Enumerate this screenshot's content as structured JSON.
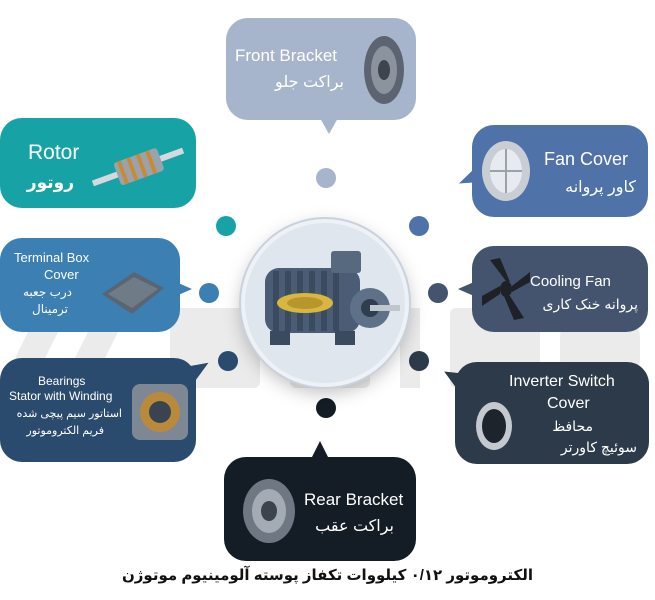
{
  "parts": {
    "front_bracket": {
      "en": "Front Bracket",
      "fa": "براکت جلو"
    },
    "rotor": {
      "en": "Rotor",
      "fa": "روتور"
    },
    "fan_cover": {
      "en": "Fan Cover",
      "fa": "کاور پروانه"
    },
    "terminal_box_cover": {
      "en_line1": "Terminal Box",
      "en_line2": "Cover",
      "fa_line1": "درب جعبه",
      "fa_line2": "ترمینال"
    },
    "cooling_fan": {
      "en": "Cooling Fan",
      "fa": "پروانه خنک کاری"
    },
    "bearings": {
      "en_line1": "Bearings",
      "en_line2": "Stator with Winding",
      "fa_line1": "استاتور سیم پیچی شده",
      "fa_line2": "فریم الکتروموتور"
    },
    "inverter_switch_cover": {
      "en_line1": "Inverter Switch",
      "en_line2": "Cover",
      "fa_line1": "محافظ",
      "fa_line2": "سوئیچ کاورتر"
    },
    "rear_bracket": {
      "en": "Rear Bracket",
      "fa": "براکت عقب"
    }
  },
  "caption": "الکتروموتور ۰/۱۲ کیلووات تکفاز پوسته آلومینیوم موتوژن",
  "colors": {
    "front_bracket": "#a6b4cc",
    "rotor": "#17a3a6",
    "fan_cover": "#4f73a8",
    "terminal_box_cover": "#3b7fb3",
    "cooling_fan": "#44546e",
    "bearings": "#2a4a6e",
    "inverter_switch_cover": "#2d3a4a",
    "rear_bracket": "#141c26"
  }
}
